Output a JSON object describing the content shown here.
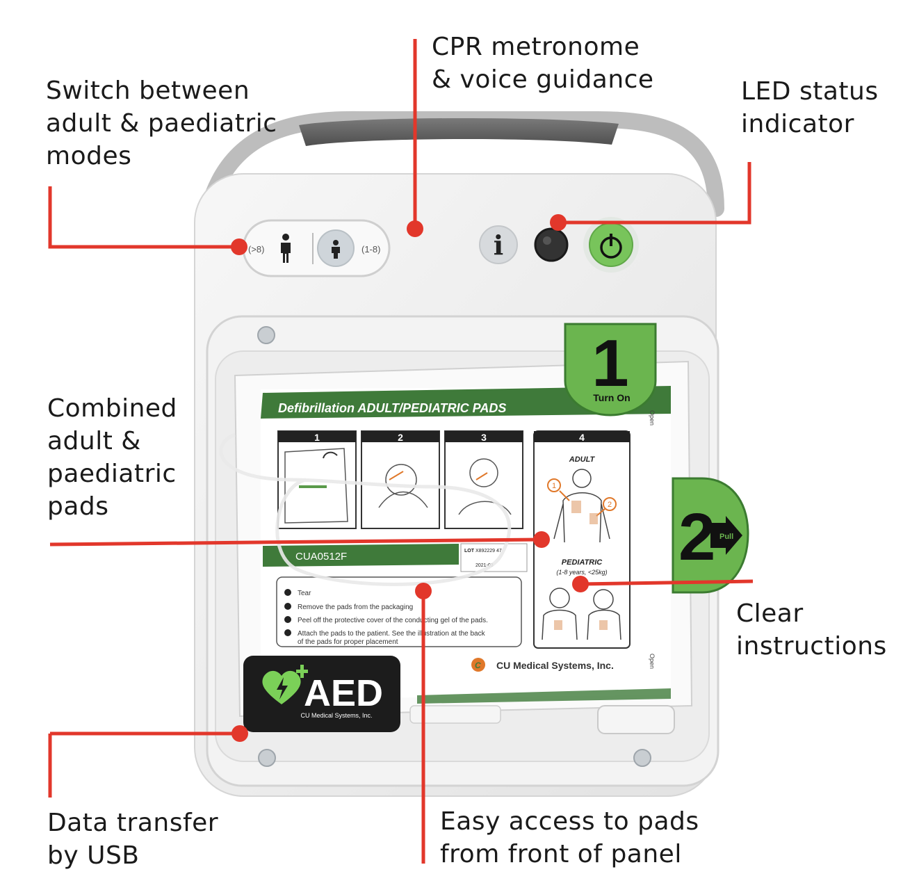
{
  "colors": {
    "leader_line": "#e2372b",
    "device_body": "#ececec",
    "pads_green": "#3f7a3a",
    "tab_green": "#6bb54f",
    "aed_label": "#1c1c1c"
  },
  "callouts": {
    "mode_switch": [
      "Switch between",
      "adult & paediatric",
      "modes"
    ],
    "metronome": [
      "CPR metronome",
      "& voice guidance"
    ],
    "led": [
      "LED status",
      "indicator"
    ],
    "pads": [
      "Combined",
      "adult &",
      "paediatric",
      "pads"
    ],
    "instructions": [
      "Clear",
      "instructions"
    ],
    "usb": [
      "Data transfer",
      "by USB"
    ],
    "access": [
      "Easy access to pads",
      "from front of panel"
    ]
  },
  "device": {
    "adult_age": "(>8)",
    "child_age": "(1-8)",
    "info_glyph": "i",
    "step1_number": "1",
    "step1_label": "Turn On",
    "step2_number": "2",
    "step2_label": "Pull",
    "pads_title": "Defibrillation ADULT/PEDIATRIC PADS",
    "panel_steps": [
      "1",
      "2",
      "3",
      "4"
    ],
    "model_code": "CUA0512F",
    "lot_label": "LOT",
    "lot_number": "X892229 47",
    "date_code": "2021-03",
    "adult_label": "ADULT",
    "pediatric_label": "PEDIATRIC",
    "pediatric_sub": "(1-8 years, <25kg)",
    "instructions": [
      "Tear",
      "Remove the pads from the packaging",
      "Peel off the protective cover of the conducting gel of the pads.",
      "Attach the pads to the patient. See the illustration at the back",
      "of the pads for proper placement"
    ],
    "open_label": "Open",
    "manufacturer": "CU Medical Systems, Inc.",
    "aed_text": "AED",
    "aed_sub": "CU Medical Systems, Inc.",
    "marker_1": "1",
    "marker_2": "2"
  },
  "icons": [
    "adult-figure-icon",
    "child-figure-icon",
    "info-icon",
    "led-indicator-icon",
    "power-icon",
    "heart-lightning-icon",
    "plus-icon",
    "arrow-right-icon"
  ]
}
